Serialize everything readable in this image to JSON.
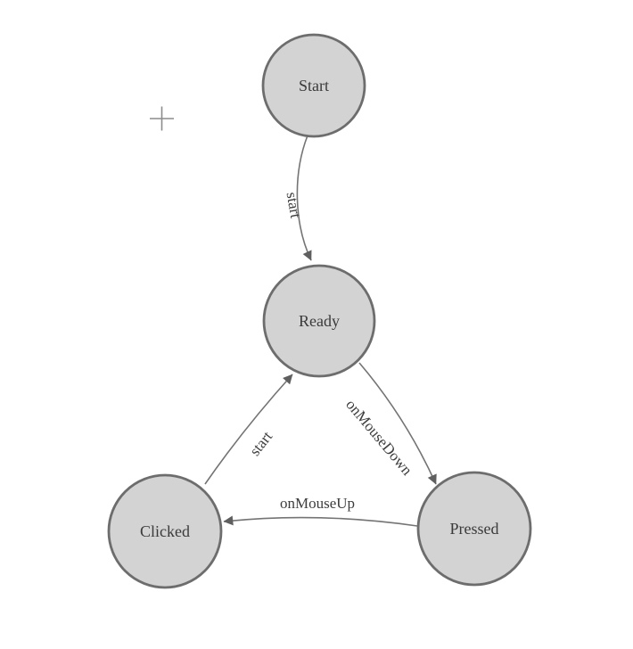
{
  "diagram": {
    "type": "state-machine",
    "nodes": [
      {
        "id": "start",
        "label": "Start"
      },
      {
        "id": "ready",
        "label": "Ready"
      },
      {
        "id": "clicked",
        "label": "Clicked"
      },
      {
        "id": "pressed",
        "label": "Pressed"
      }
    ],
    "edges": [
      {
        "id": "start-to-ready",
        "from": "start",
        "to": "ready",
        "label": "start"
      },
      {
        "id": "ready-to-pressed",
        "from": "ready",
        "to": "pressed",
        "label": "onMouseDown"
      },
      {
        "id": "pressed-to-clicked",
        "from": "pressed",
        "to": "clicked",
        "label": "onMouseUp"
      },
      {
        "id": "clicked-to-ready",
        "from": "clicked",
        "to": "ready",
        "label": "start"
      }
    ],
    "colors": {
      "node_fill": "#d3d3d3",
      "node_stroke": "#6d6d6d",
      "edge_stroke": "#747474",
      "label_text": "#3a3a3a",
      "background": "#ffffff"
    }
  }
}
